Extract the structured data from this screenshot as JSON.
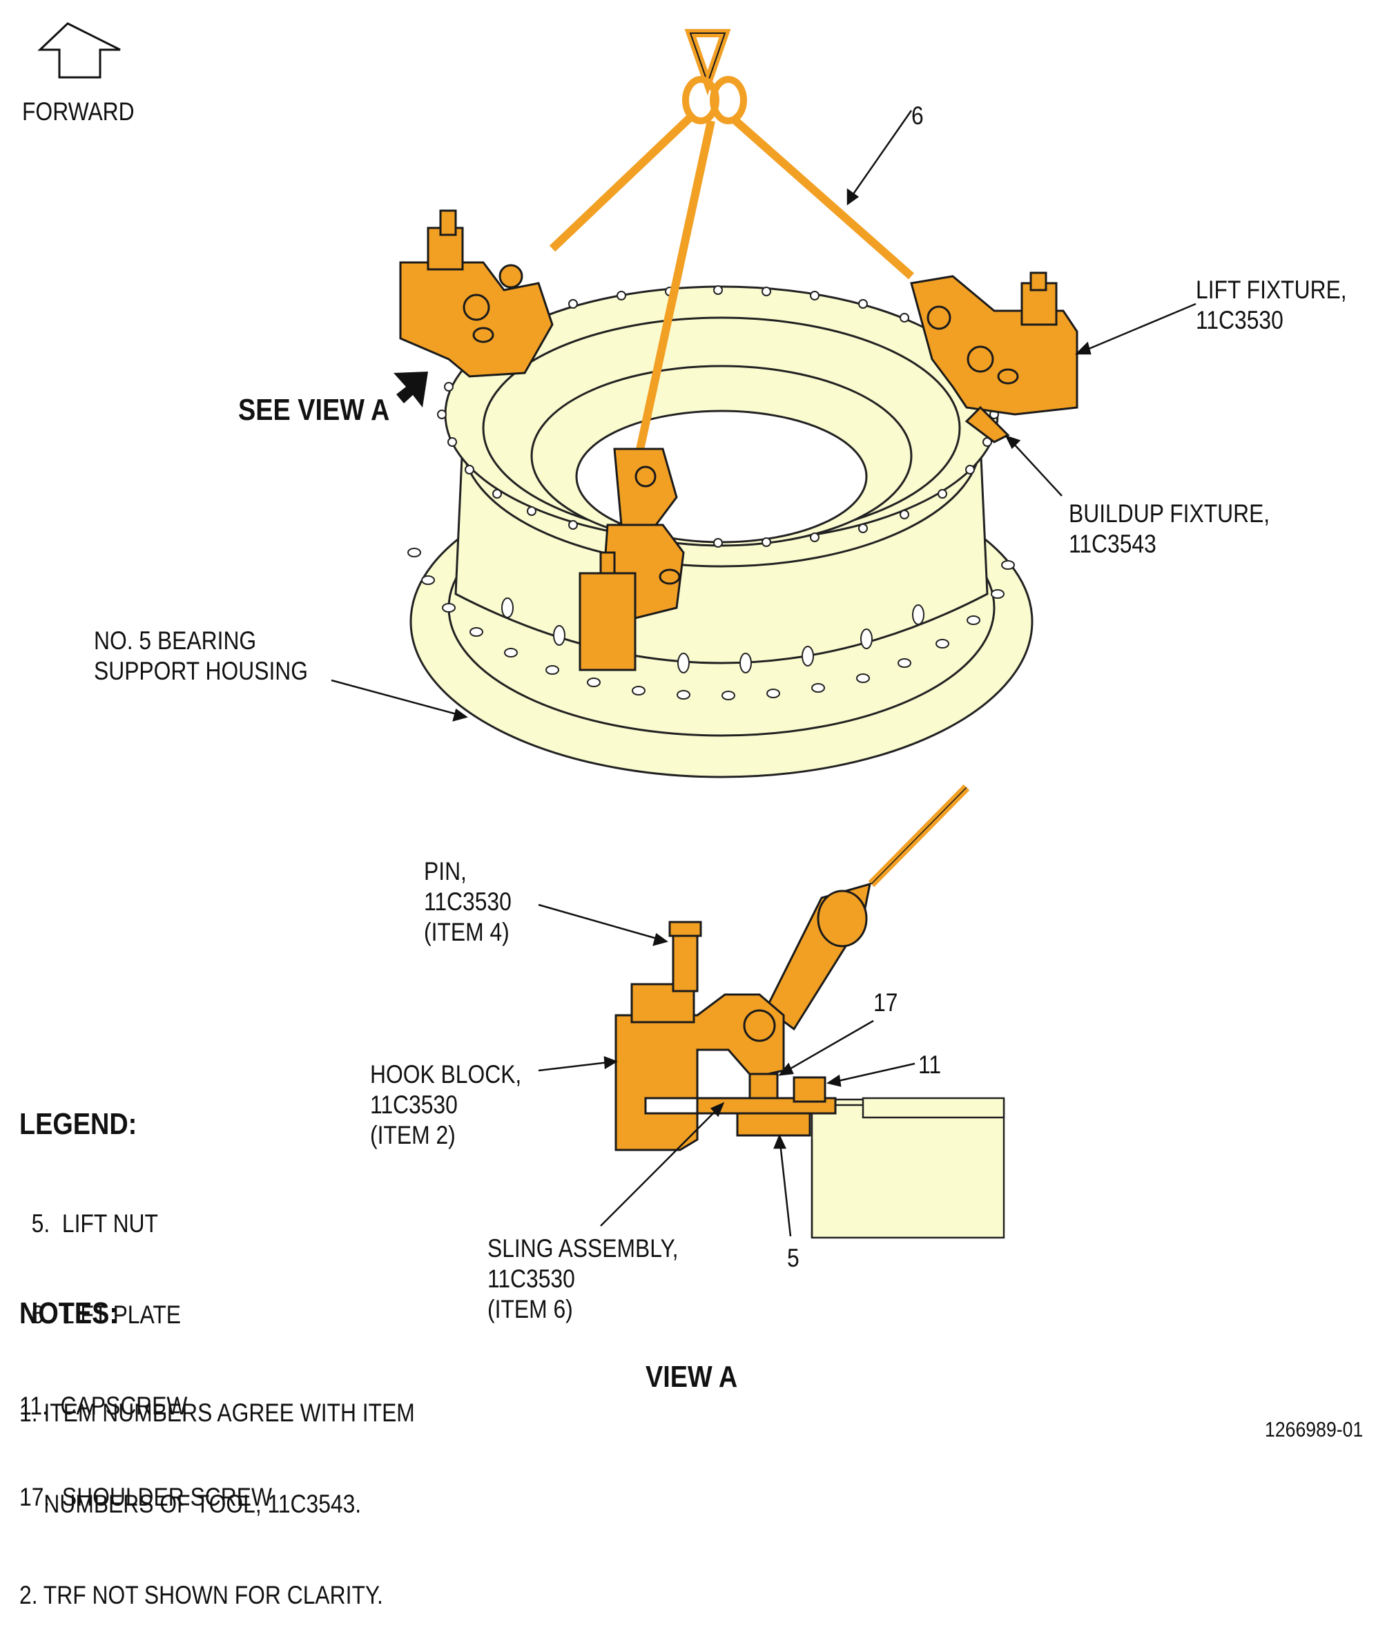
{
  "forward": {
    "label": "FORWARD"
  },
  "top_view": {
    "item_6": "6",
    "lift_fixture": [
      "LIFT FIXTURE,",
      "11C3530"
    ],
    "see_view_a": "SEE VIEW A",
    "buildup_fixture": [
      "BUILDUP FIXTURE,",
      "11C3543"
    ],
    "bearing_housing": [
      "NO. 5 BEARING",
      "SUPPORT HOUSING"
    ]
  },
  "view_a": {
    "pin": [
      "PIN,",
      "11C3530",
      "(ITEM 4)"
    ],
    "item_17": "17",
    "item_11": "11",
    "hook_block": [
      "HOOK BLOCK,",
      "11C3530",
      "(ITEM 2)"
    ],
    "sling_assembly": [
      "SLING ASSEMBLY,",
      "11C3530",
      "(ITEM 6)"
    ],
    "item_5": "5",
    "title": "VIEW A"
  },
  "legend": {
    "title": "LEGEND:",
    "items": [
      "  5.  LIFT NUT",
      "  6.  LIFT PLATE",
      "11.  CAPSCREW",
      "17.  SHOULDER SCREW"
    ]
  },
  "notes": {
    "title": "NOTES:",
    "items": [
      "1. ITEM NUMBERS AGREE WITH ITEM",
      "    NUMBERS OF TOOL, 11C3543.",
      "2. TRF NOT SHOWN FOR CLARITY."
    ]
  },
  "figure_id": "1266989-01",
  "colors": {
    "tool": "#F2A024",
    "tool_outline": "#1a1a1a",
    "part": "#FBFBD0"
  }
}
